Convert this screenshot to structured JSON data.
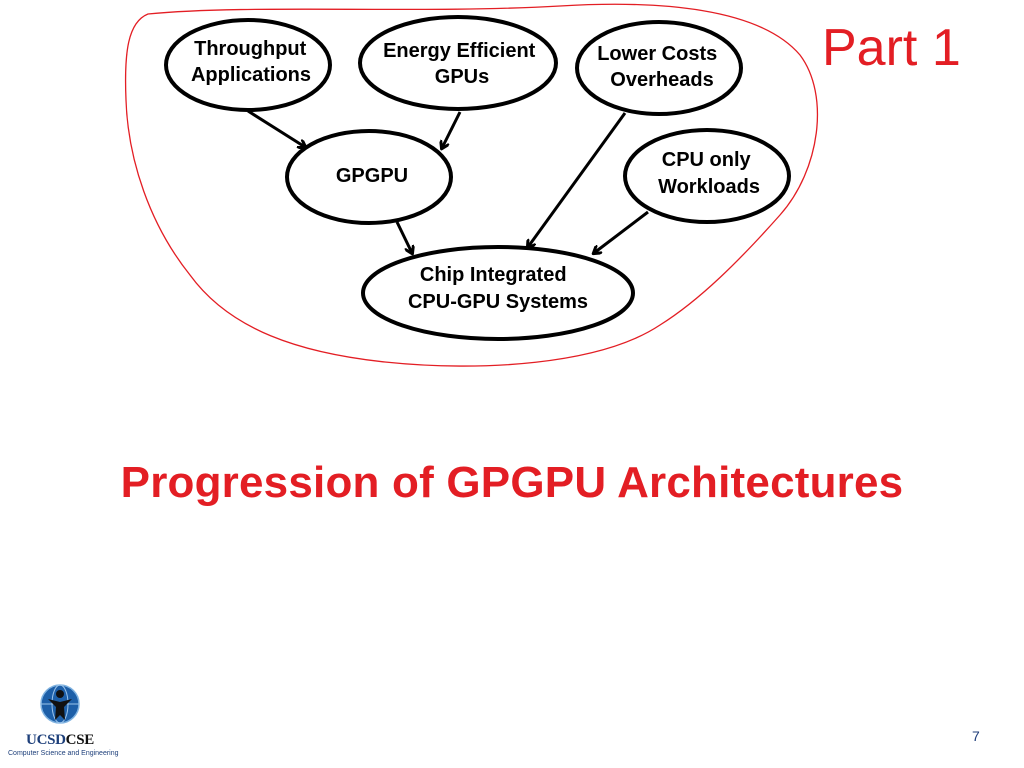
{
  "slide": {
    "part_label": "Part 1",
    "title": "Progression of GPGPU Architectures",
    "page_number": "7"
  },
  "logo": {
    "word_main": "UCSD",
    "word_suffix": "CSE",
    "subtitle": "Computer Science and Engineering",
    "icon": "ucsd-person-globe-icon"
  },
  "colors": {
    "accent_red": "#e31e24",
    "logo_blue": "#1d3f7a",
    "node_stroke": "#000000"
  },
  "diagram": {
    "nodes": [
      {
        "id": "throughput",
        "lines": [
          "Throughput",
          "Applications"
        ]
      },
      {
        "id": "energy",
        "lines": [
          "Energy Efficient",
          "GPUs"
        ]
      },
      {
        "id": "lowercosts",
        "lines": [
          "Lower Costs",
          "Overheads"
        ]
      },
      {
        "id": "gpgpu",
        "lines": [
          "GPGPU"
        ]
      },
      {
        "id": "cpuonly",
        "lines": [
          "CPU only",
          "Workloads"
        ]
      },
      {
        "id": "chip",
        "lines": [
          "Chip Integrated",
          "CPU-GPU Systems"
        ]
      }
    ],
    "edges": [
      {
        "from": "throughput",
        "to": "gpgpu"
      },
      {
        "from": "energy",
        "to": "gpgpu"
      },
      {
        "from": "gpgpu",
        "to": "chip"
      },
      {
        "from": "lowercosts",
        "to": "chip"
      },
      {
        "from": "cpuonly",
        "to": "chip"
      }
    ]
  }
}
